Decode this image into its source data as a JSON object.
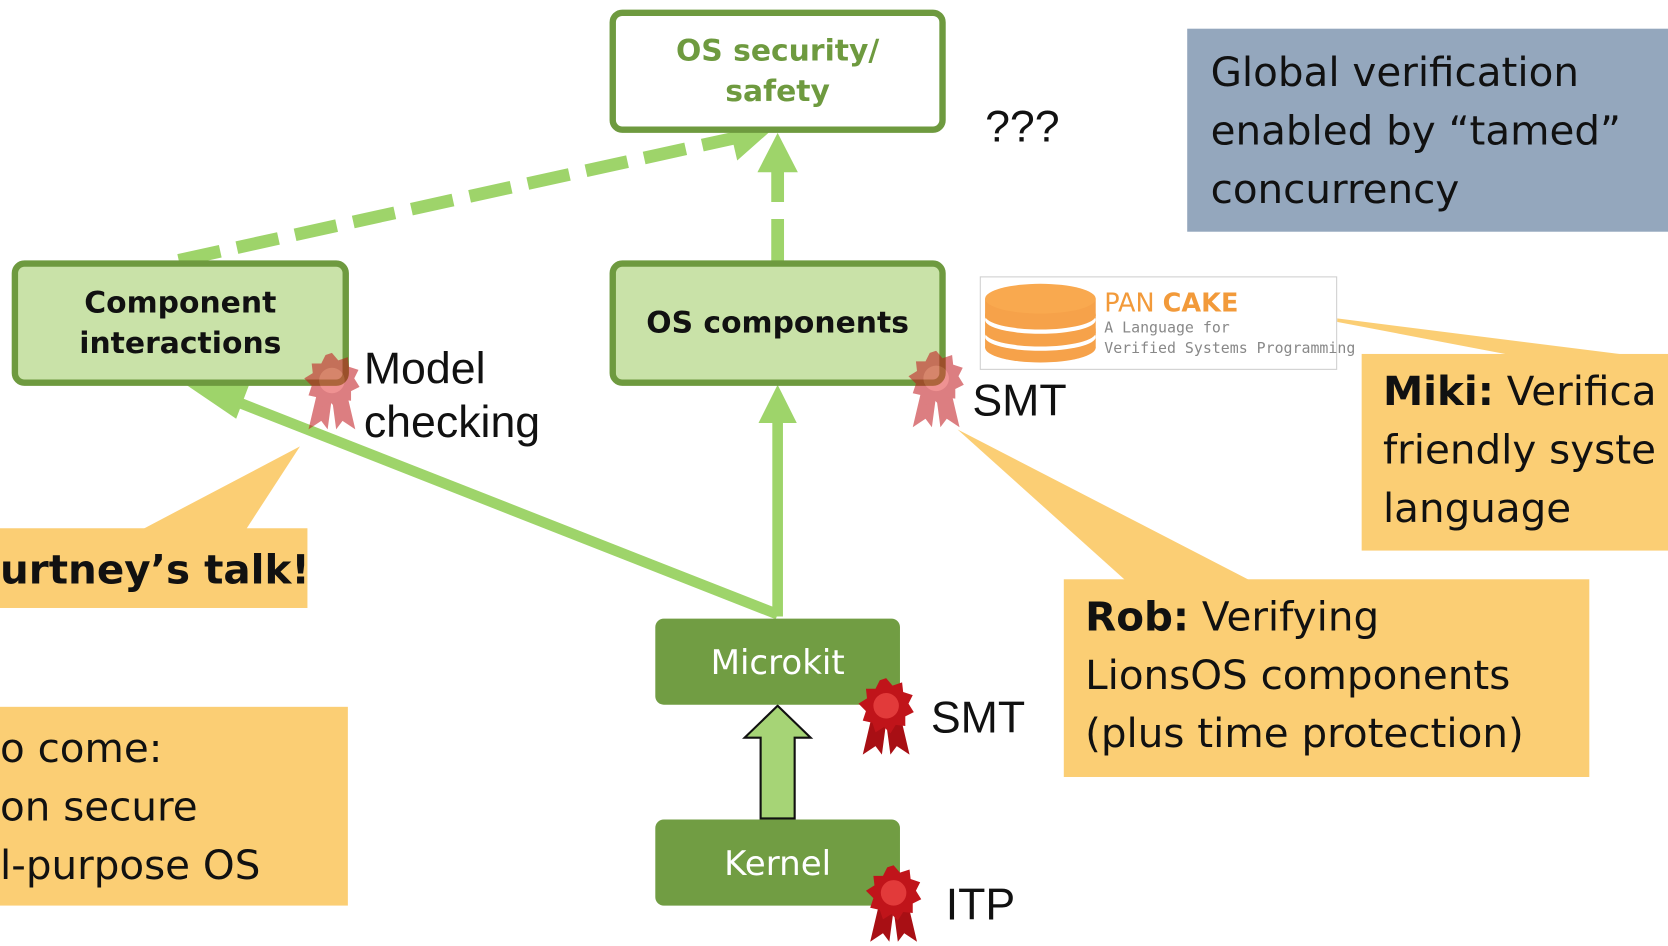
{
  "nodes": {
    "os_security": "OS security/\nsafety",
    "component_interactions": "Component\ninteractions",
    "os_components": "OS components",
    "microkit": "Microkit",
    "kernel": "Kernel"
  },
  "labels": {
    "unknown": "???",
    "model_checking": "Model\nchecking",
    "smt_components": "SMT",
    "smt_microkit": "SMT",
    "itp_kernel": "ITP"
  },
  "global_note": "Global verification\nenabled by “tamed”\nconcurrency",
  "pancake_logo": {
    "name_part1": "PAN",
    "name_part2": "CAKE",
    "subtitle_line1": "A Language for",
    "subtitle_line2": "Verified Systems Programming"
  },
  "callouts": {
    "courtney": "urtney’s talk!",
    "miki_name": "Miki:",
    "miki_text_line1": " Verifica",
    "miki_text_line2": "friendly syste",
    "miki_text_line3": "language",
    "rob_name": "Rob:",
    "rob_text_line1": " Verifying",
    "rob_text_line2": "LionsOS components",
    "rob_text_line3": "(plus time protection)",
    "to_come_line1": "o come:",
    "to_come_line2": "on secure",
    "to_come_line3": "l-purpose OS"
  },
  "colors": {
    "green_dark": "#719d43",
    "green_light": "#c9e2a8",
    "green_arrow": "#9ed46a",
    "callout_yellow": "#fbce74",
    "note_grey": "#94a7bd",
    "seal_red": "#c0141a"
  },
  "icons": {
    "verification_seal": "award-ribbon-seal-icon",
    "pancake": "pancake-stack-icon"
  }
}
